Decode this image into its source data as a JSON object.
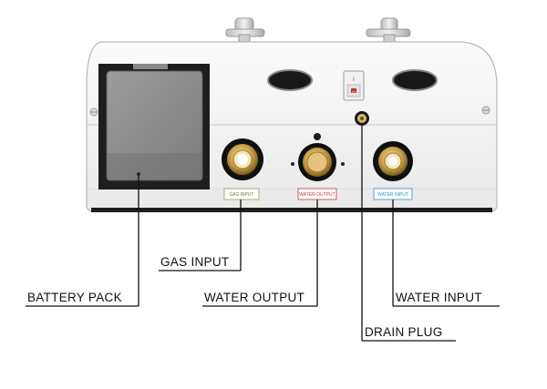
{
  "unit": {
    "port_tags": {
      "gas": "GAS INPUT",
      "water_out": "WATER OUTPUT",
      "water_in": "WATER INPUT"
    },
    "switch_marks": {
      "on": "I",
      "off": "O"
    }
  },
  "callouts": {
    "gas_input": "GAS INPUT",
    "battery_pack": "BATTERY PACK",
    "water_output": "WATER OUTPUT",
    "water_input": "WATER INPUT",
    "drain_plug": "DRAIN PLUG"
  },
  "colors": {
    "gas_tag": "#9a9a50",
    "water_out_tag": "#c0392b",
    "water_in_tag": "#2a8fc8",
    "brass": "#c9a24a"
  }
}
